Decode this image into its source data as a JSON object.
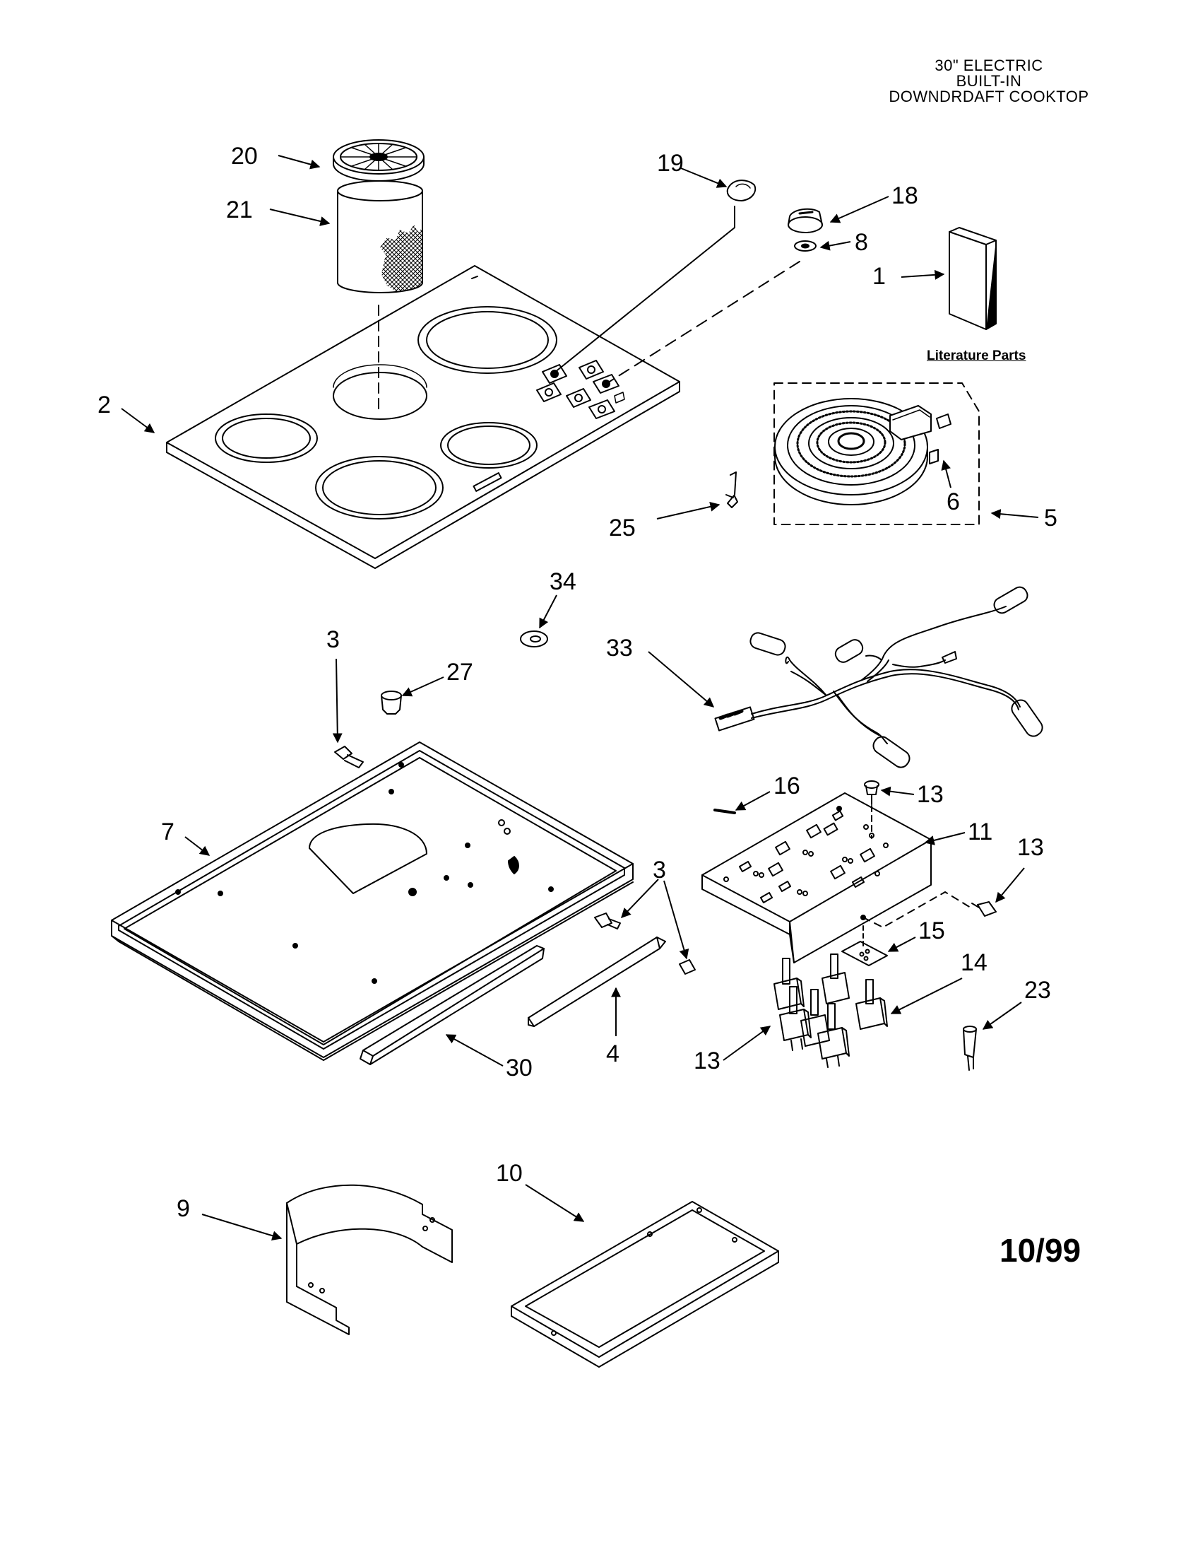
{
  "header": {
    "line1": "30\" ELECTRIC",
    "line2": "BUILT-IN",
    "line3": "DOWNDRDAFT COOKTOP"
  },
  "literature_label": "Literature Parts",
  "date_code": "10/99",
  "callouts": [
    {
      "id": "c20",
      "label": "20"
    },
    {
      "id": "c21",
      "label": "21"
    },
    {
      "id": "c19",
      "label": "19"
    },
    {
      "id": "c18",
      "label": "18"
    },
    {
      "id": "c8",
      "label": "8"
    },
    {
      "id": "c1",
      "label": "1"
    },
    {
      "id": "c2",
      "label": "2"
    },
    {
      "id": "c6",
      "label": "6"
    },
    {
      "id": "c5",
      "label": "5"
    },
    {
      "id": "c25",
      "label": "25"
    },
    {
      "id": "c34",
      "label": "34"
    },
    {
      "id": "c33",
      "label": "33"
    },
    {
      "id": "c3a",
      "label": "3"
    },
    {
      "id": "c27",
      "label": "27"
    },
    {
      "id": "c16",
      "label": "16"
    },
    {
      "id": "c13a",
      "label": "13"
    },
    {
      "id": "c7",
      "label": "7"
    },
    {
      "id": "c11",
      "label": "11"
    },
    {
      "id": "c13b",
      "label": "13"
    },
    {
      "id": "c3b",
      "label": "3"
    },
    {
      "id": "c15",
      "label": "15"
    },
    {
      "id": "c14",
      "label": "14"
    },
    {
      "id": "c23",
      "label": "23"
    },
    {
      "id": "c13c",
      "label": "13"
    },
    {
      "id": "c4",
      "label": "4"
    },
    {
      "id": "c30",
      "label": "30"
    },
    {
      "id": "c10",
      "label": "10"
    },
    {
      "id": "c9",
      "label": "9"
    }
  ]
}
